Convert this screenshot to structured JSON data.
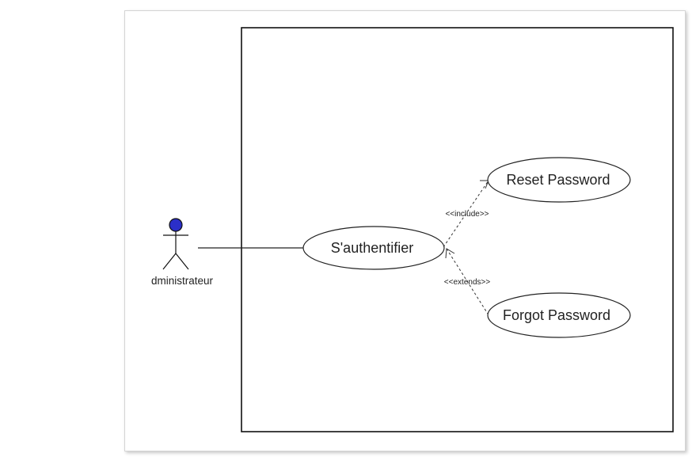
{
  "diagram": {
    "actor": {
      "label": "dministrateur",
      "head_color": "#2b2fc9"
    },
    "use_cases": {
      "main": "S'authentifier",
      "include_target": "Reset Password",
      "extend_source": "Forgot Password"
    },
    "relations": {
      "include": "<<include>>",
      "extends": "<<extends>>"
    }
  }
}
